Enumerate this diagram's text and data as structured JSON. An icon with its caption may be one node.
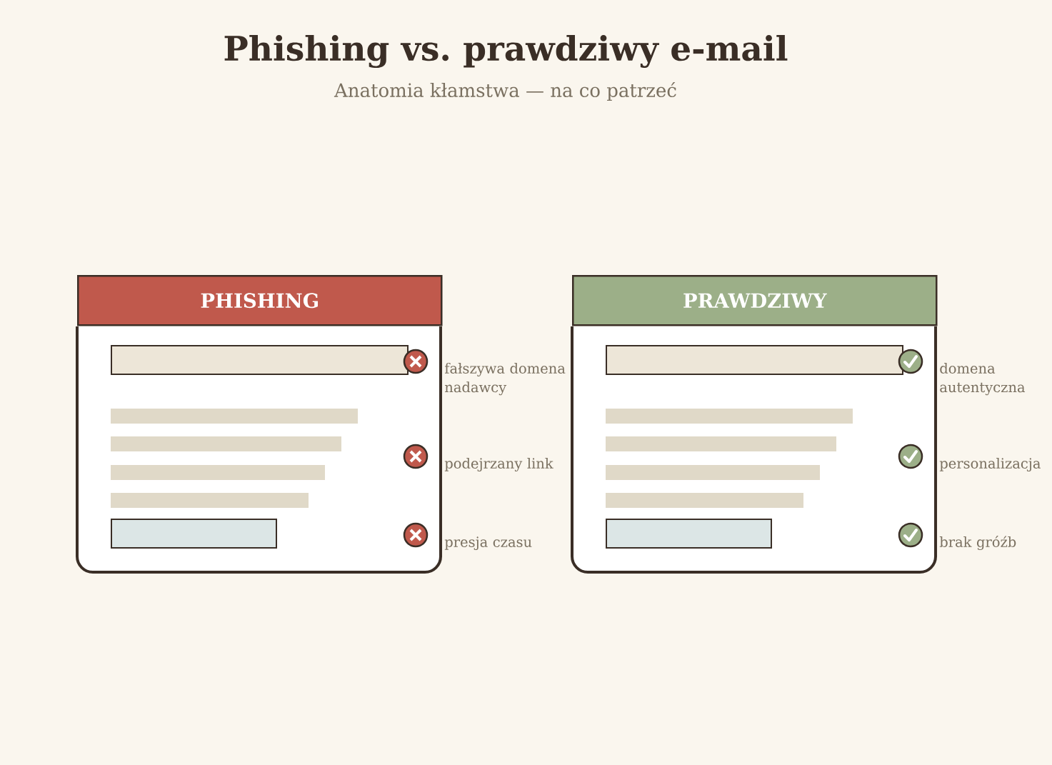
{
  "diagram": {
    "title": "Phishing vs. prawdziwy e-mail",
    "nodes": [
      {
        "text": [
          "PHISHING"
        ],
        "beside": [
          "fałszywa domena nadawcy",
          "podejrzany link",
          "presja czasu"
        ]
      },
      {
        "text": [],
        "shape": "box",
        "in": 0
      },
      {
        "text": [],
        "shape": "box",
        "in": 0
      },
      {
        "text": [
          "PRAWDZIWY"
        ],
        "beside": [
          "domena autentyczna",
          "personalizacja",
          "brak gróźb"
        ]
      },
      {
        "text": [],
        "shape": "box",
        "in": 3
      },
      {
        "text": [],
        "shape": "box",
        "in": 3
      }
    ],
    "labels": [
      "Anatomia kłamstwa — na co patrzeć"
    ]
  }
}
